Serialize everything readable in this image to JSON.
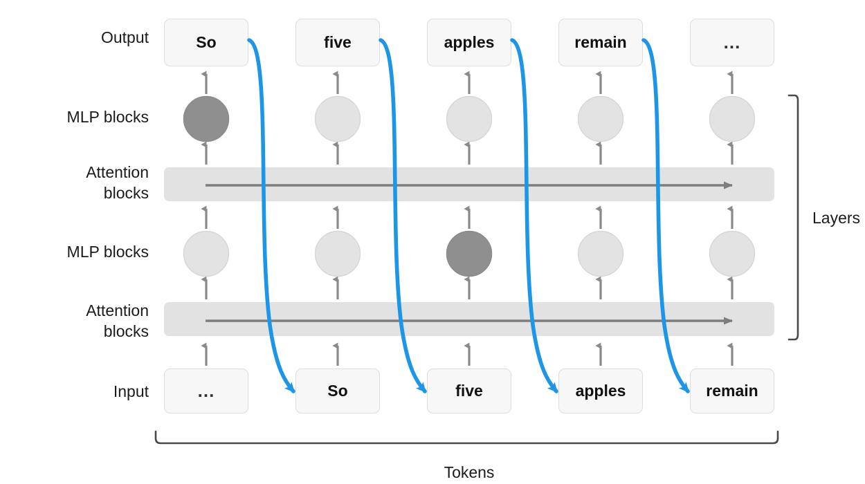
{
  "diagram": {
    "title": "Transformer token processing diagram",
    "colors": {
      "flow_arrow": "#1e96e8",
      "block_fill": "#e2e2e2",
      "box_fill": "#f7f7f7",
      "box_border": "#dddddd",
      "circle_light": "#e3e3e3",
      "circle_dark": "#8f8f8f",
      "arrow_gray": "#8a8a8a",
      "bracket": "#4a4a4a",
      "text": "#1b1b1b"
    }
  },
  "row_labels": [
    {
      "id": "output",
      "text": "Output"
    },
    {
      "id": "mlp-blocks-upper",
      "text": "MLP blocks"
    },
    {
      "id": "attention-blocks-upper",
      "text": "Attention\nblocks"
    },
    {
      "id": "mlp-blocks-lower",
      "text": "MLP blocks"
    },
    {
      "id": "attention-blocks-lower",
      "text": "Attention\nblocks"
    },
    {
      "id": "input",
      "text": "Input"
    }
  ],
  "output_tokens": [
    {
      "text": "So",
      "highlighted": true
    },
    {
      "text": "five",
      "highlighted": false
    },
    {
      "text": "apples",
      "highlighted": false
    },
    {
      "text": "remain",
      "highlighted": false
    },
    {
      "text": "…",
      "highlighted": false
    }
  ],
  "input_tokens": [
    {
      "text": "…",
      "highlighted": false
    },
    {
      "text": "So",
      "highlighted": false
    },
    {
      "text": "five",
      "highlighted": false
    },
    {
      "text": "apples",
      "highlighted": false
    },
    {
      "text": "remain",
      "highlighted": false
    }
  ],
  "mlp_rows": [
    {
      "id": "mlp-upper",
      "states": [
        "dark",
        "light",
        "light",
        "light",
        "light"
      ]
    },
    {
      "id": "mlp-lower",
      "states": [
        "light",
        "light",
        "dark",
        "light",
        "light"
      ]
    }
  ],
  "attention_rows": [
    {
      "id": "attention-upper",
      "direction": "left-to-right"
    },
    {
      "id": "attention-lower",
      "direction": "left-to-right"
    }
  ],
  "brackets": {
    "layers": {
      "label": "Layers",
      "orientation": "vertical"
    },
    "tokens": {
      "label": "Tokens",
      "orientation": "horizontal"
    }
  },
  "feedback_arrows": [
    {
      "from": "output-token-1",
      "to": "input-token-2",
      "label": "So"
    },
    {
      "from": "output-token-2",
      "to": "input-token-3",
      "label": "five"
    },
    {
      "from": "output-token-3",
      "to": "input-token-4",
      "label": "apples"
    },
    {
      "from": "output-token-4",
      "to": "input-token-5",
      "label": "remain"
    }
  ],
  "chart_data": {
    "type": "diagram",
    "title": "Transformer autoregressive generation",
    "columns": 5,
    "layers": 2,
    "components_per_layer": [
      "Attention blocks",
      "MLP blocks"
    ]
  }
}
